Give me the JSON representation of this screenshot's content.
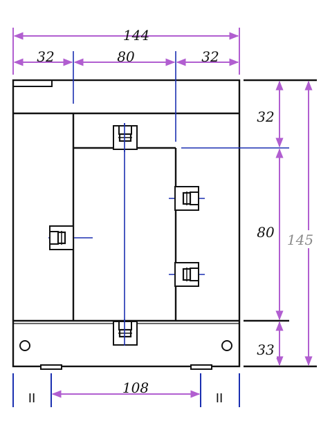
{
  "colors": {
    "outline": "#111111",
    "dimension": "#b15ed0",
    "centerline": "#1a2fb0",
    "background": "#ffffff"
  },
  "dimensions": {
    "top_total": "144",
    "top_left": "32",
    "top_middle": "80",
    "top_right": "32",
    "right_top": "32",
    "right_middle": "80",
    "right_bottom": "33",
    "right_total": "145",
    "bottom_span": "108"
  },
  "marks": {
    "left": "II",
    "right": "II"
  }
}
